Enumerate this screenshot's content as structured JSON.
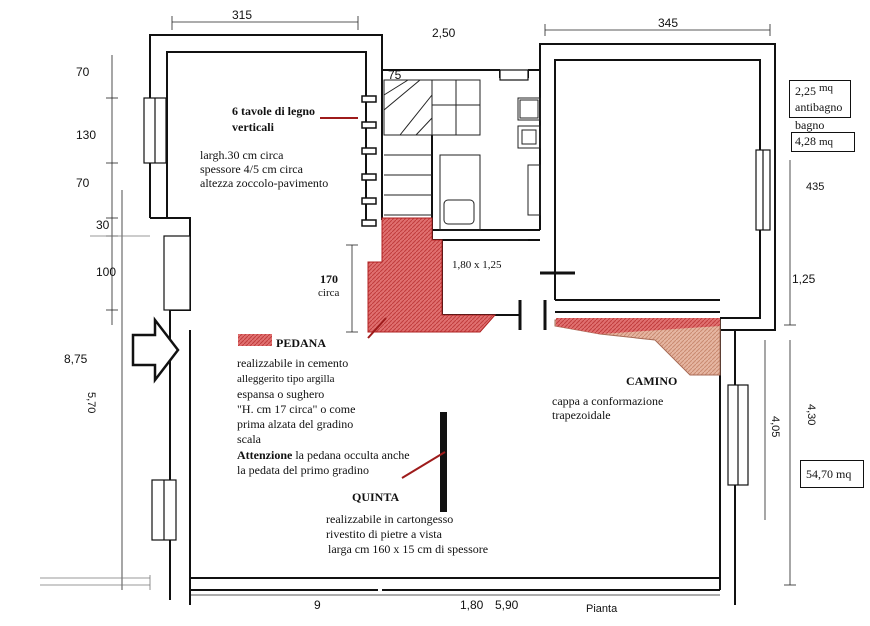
{
  "dims": {
    "top_left": "315",
    "top_mid": "2,50",
    "top_right": "345",
    "stair_75": "75",
    "left_70a": "70",
    "left_130": "130",
    "left_70b": "70",
    "left_30": "30",
    "left_100": "100",
    "left_875": "8,75",
    "left_570": "5,70",
    "right_435": "435",
    "right_125": "1,25",
    "right_405": "4,05",
    "right_430": "4,30",
    "bottom_9": "9",
    "bottom_180": "1,80",
    "bottom_590": "5,90",
    "bottom_pianta": "Pianta",
    "opening": "1,80 x 1,25"
  },
  "labels": {
    "tavole_title_1": "6 tavole di legno",
    "tavole_title_2": "verticali",
    "tavole_l1": "largh.30 cm circa",
    "tavole_l2": "spessore 4/5 cm circa",
    "tavole_l3": "altezza zoccolo-pavimento",
    "h170": "170",
    "circa": "circa",
    "pedana_title": "PEDANA",
    "pedana_l1": "realizzabile in cemento",
    "pedana_l2": "alleggerito tipo argilla",
    "pedana_l3": "espansa o sughero",
    "pedana_l4": "\"H. cm 17 circa\" o come",
    "pedana_l5": "prima alzata del gradino",
    "pedana_l6": "scala",
    "attenzione": "Attenzione",
    "attenzione_rest": " la pedana occulta anche",
    "attenzione_l2": "la pedata del primo gradino",
    "quinta_title": "QUINTA",
    "quinta_l1": "realizzabile in cartongesso",
    "quinta_l2": "rivestito di pietre a vista",
    "quinta_l3": "larga cm 160 x 15 cm di spessore",
    "camino_title": "CAMINO",
    "camino_l1": "cappa a conformazione",
    "camino_l2": "trapezoidale"
  },
  "boxes": {
    "antibagno_area": "2,25",
    "antibagno_unit": "mq",
    "antibagno_label": "antibagno",
    "bagno_label": "bagno",
    "bagno_area": "4,28",
    "bagno_unit": "mq",
    "total_area": "54,70 mq"
  },
  "colors": {
    "wall": "#111111",
    "pedana_fill": "#d95a5a",
    "leader": "#9e1b1b",
    "camino_fill": "#d9a48f"
  }
}
